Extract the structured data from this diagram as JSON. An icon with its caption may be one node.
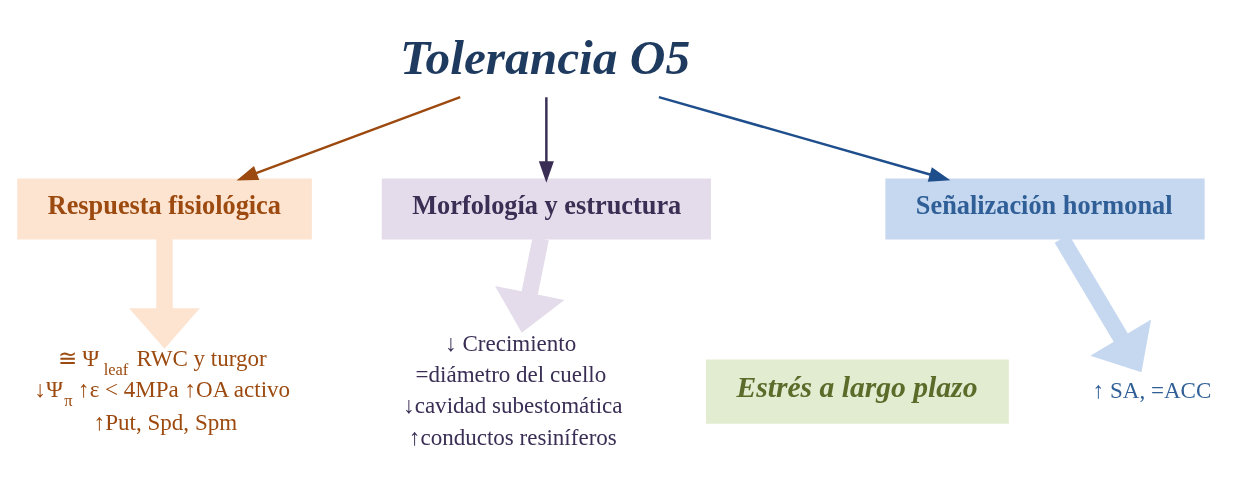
{
  "diagram": {
    "nodes": [
      {
        "text": [
          "Tolerancia O5"
        ]
      },
      {
        "text": [
          "Respuesta fisiológica"
        ]
      },
      {
        "text": [
          "Morfología y estructura"
        ]
      },
      {
        "text": [
          "Señalización hormonal"
        ]
      },
      {
        "text": [
          "Estrés a largo plazo"
        ]
      },
      {
        "text": [
          "≅ Ψ$_{leaf}$  RWC y turgor",
          "↓Ψ$_{π}$ ↑ε < 4MPa ↑OA activo",
          "↑Put, Spd, Spm"
        ]
      },
      {
        "text": [
          "↓ Crecimiento",
          "=diámetro del cuello",
          "↓cavidad subestomática",
          "↑conductos resiníferos"
        ]
      },
      {
        "text": [
          "↑ SA, =ACC"
        ]
      }
    ],
    "edges": [
      {
        "from": 0,
        "to": 1,
        "arrow": "to",
        "color": "#9c4a0f"
      },
      {
        "from": 0,
        "to": 2,
        "arrow": "to",
        "color": "#3a2e55"
      },
      {
        "from": 0,
        "to": 3,
        "arrow": "to",
        "color": "#1f4e8c"
      },
      {
        "from": 1,
        "to": 5,
        "arrow": "to",
        "style": "thick",
        "color": "#fde4d0"
      },
      {
        "from": 2,
        "to": 6,
        "arrow": "to",
        "style": "thick",
        "color": "#e4dcea"
      },
      {
        "from": 3,
        "to": 7,
        "arrow": "to",
        "style": "thick",
        "color": "#c6d8f0"
      }
    ]
  }
}
